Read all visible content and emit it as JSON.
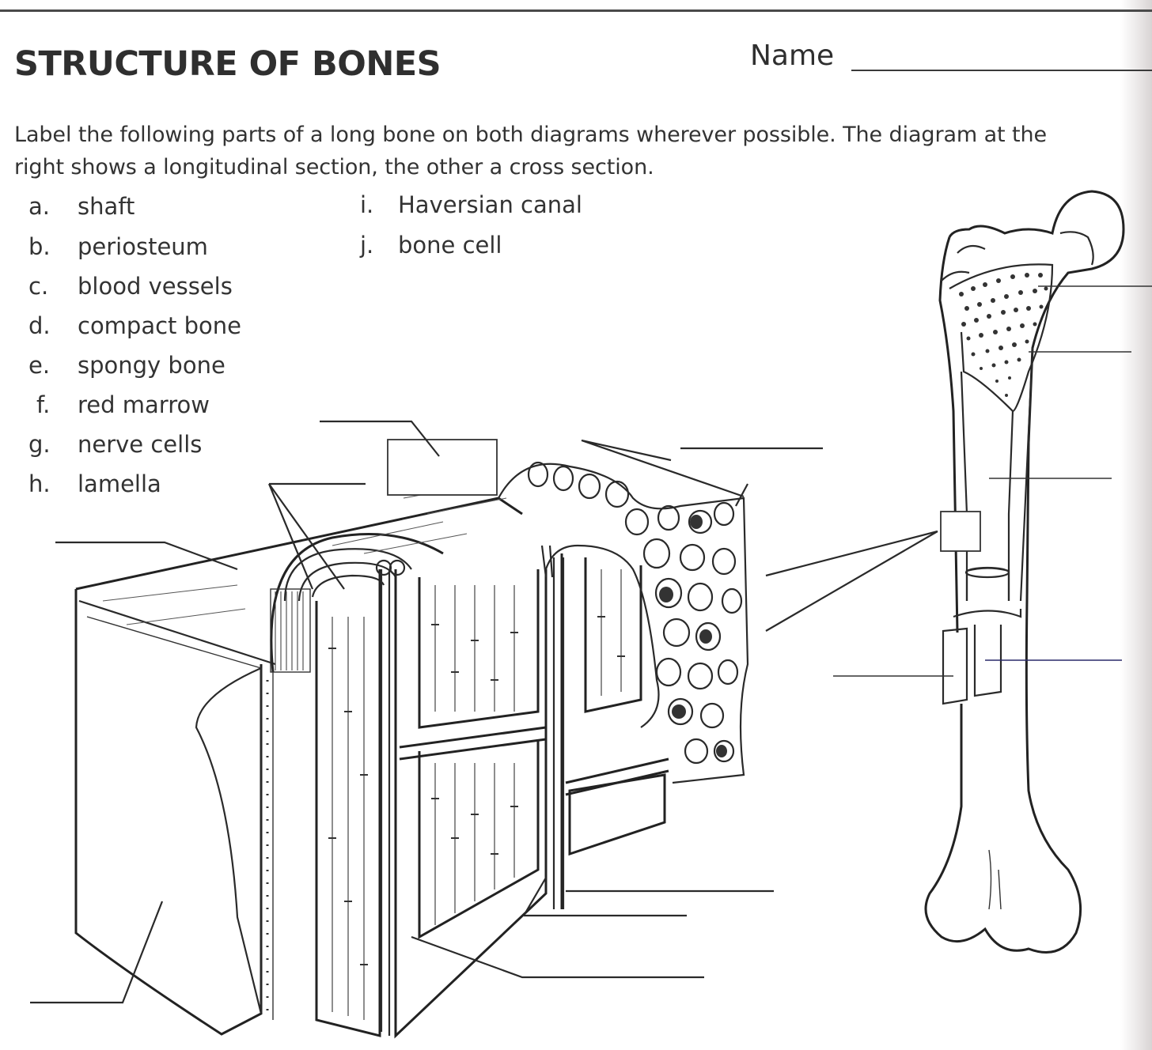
{
  "worksheet": {
    "title": "STRUCTURE OF BONES",
    "name_label": "Name",
    "instructions": "Label the following parts of a long bone on both diagrams wherever possible.  The diagram at the right shows a longitudinal section, the other a cross section.",
    "terms": [
      {
        "letter": "a.",
        "term": "shaft"
      },
      {
        "letter": "b.",
        "term": "periosteum"
      },
      {
        "letter": "c.",
        "term": "blood vessels"
      },
      {
        "letter": "d.",
        "term": "compact bone"
      },
      {
        "letter": "e.",
        "term": "spongy bone"
      },
      {
        "letter": "f.",
        "term": "red marrow"
      },
      {
        "letter": "g.",
        "term": "nerve cells"
      },
      {
        "letter": "h.",
        "term": "lamella"
      },
      {
        "letter": "i.",
        "term": "Haversian canal"
      },
      {
        "letter": "j.",
        "term": "bone cell"
      }
    ]
  },
  "diagrams": {
    "cross_section_icon": "bone-tissue-block-illustration",
    "longitudinal_icon": "long-bone-longitudinal-section-illustration",
    "line_color": "#2a2a2a"
  }
}
